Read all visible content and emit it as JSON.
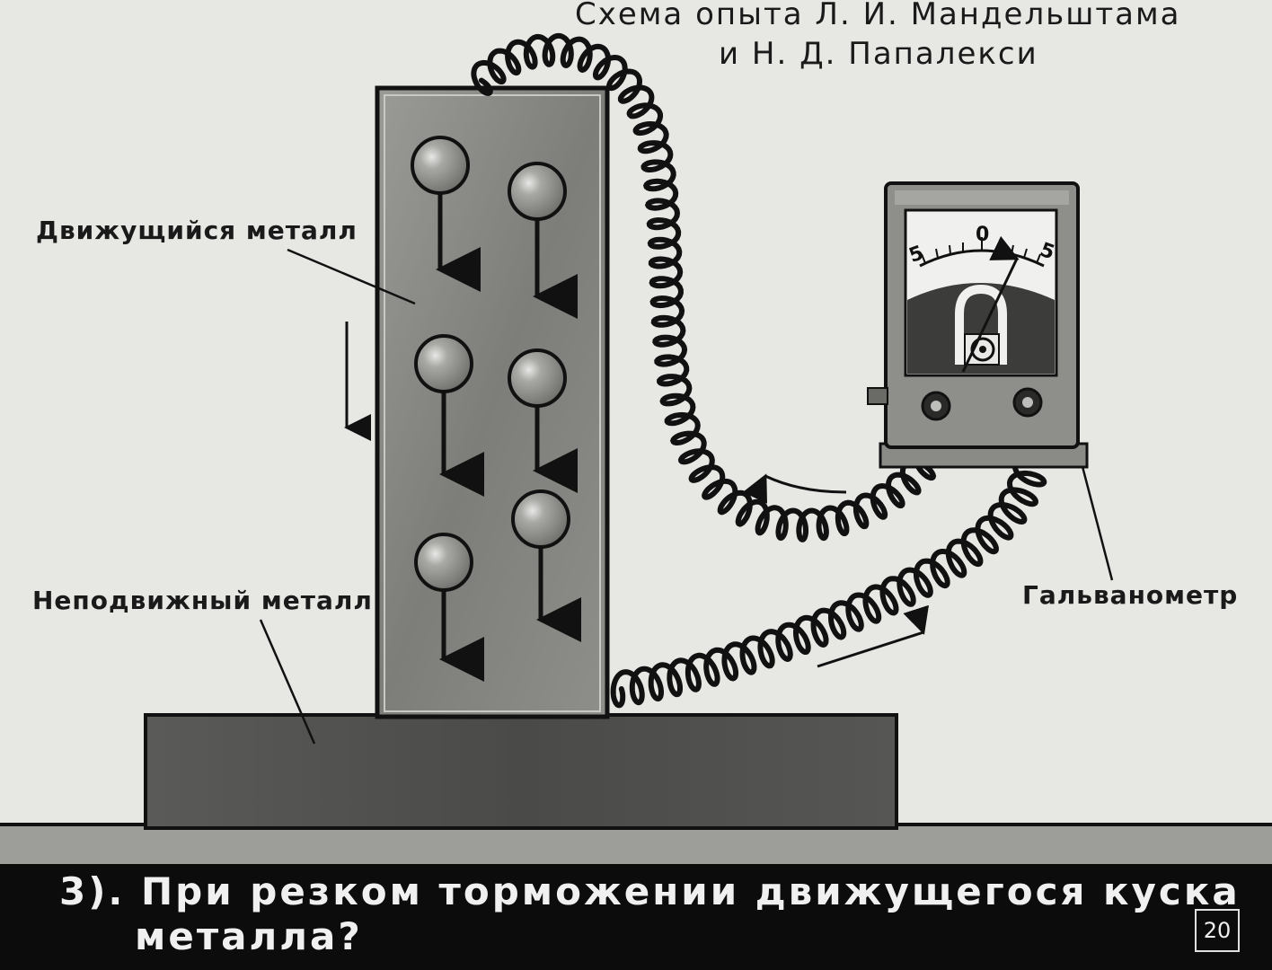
{
  "title": {
    "line1": "Схема опыта Л. И. Мандельштама",
    "line2": "и Н. Д. Папалекси"
  },
  "labels": {
    "moving_metal": "Движущийся металл",
    "fixed_metal": "Неподвижный металл",
    "galvanometer": "Гальванометр"
  },
  "galvanometer_scale": {
    "left": "5",
    "center": "0",
    "right": "5"
  },
  "caption": {
    "line1": "3). При резком торможении движущегося куска",
    "line2": "металла?"
  },
  "page_number": "20"
}
